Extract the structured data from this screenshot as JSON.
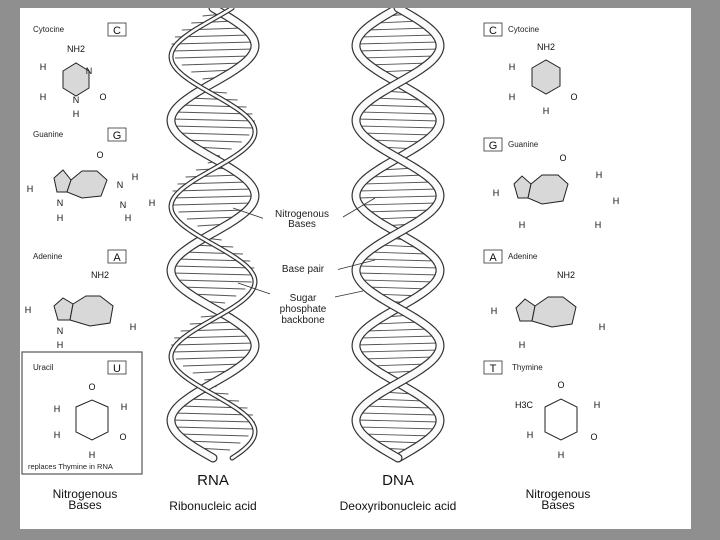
{
  "left_bases": [
    {
      "name": "Cytocine",
      "code": "C"
    },
    {
      "name": "Guanine",
      "code": "G"
    },
    {
      "name": "Adenine",
      "code": "A"
    },
    {
      "name": "Uracil",
      "code": "U",
      "note": "replaces Thymine in RNA"
    }
  ],
  "right_bases": [
    {
      "name": "Cytocine",
      "code": "C"
    },
    {
      "name": "Guanine",
      "code": "G"
    },
    {
      "name": "Adenine",
      "code": "A"
    },
    {
      "name": "Thymine",
      "code": "T"
    }
  ],
  "atoms": {
    "nh2": "NH2",
    "n": "N",
    "h": "H",
    "c": "C",
    "o": "O",
    "h3c": "H3C"
  },
  "callouts": {
    "nitrogenous_bases": [
      "Nitrogenous",
      "Bases"
    ],
    "base_pair": "Base pair",
    "sugar_phosphate": [
      "Sugar",
      "phosphate",
      "backbone"
    ]
  },
  "bottom": {
    "left_caption": [
      "Nitrogenous",
      "Bases"
    ],
    "right_caption": [
      "Nitrogenous",
      "Bases"
    ],
    "rna_title": "RNA",
    "rna_subtitle": "Ribonucleic acid",
    "dna_title": "DNA",
    "dna_subtitle": "Deoxyribonucleic acid"
  }
}
